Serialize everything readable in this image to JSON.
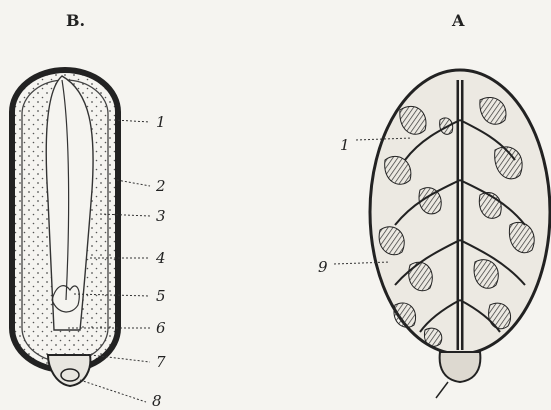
{
  "figure_b": {
    "title": "B.",
    "labels": [
      "1",
      "2",
      "3",
      "4",
      "5",
      "6",
      "7",
      "8"
    ]
  },
  "figure_a": {
    "title": "A",
    "labels": [
      "1",
      "9"
    ]
  }
}
